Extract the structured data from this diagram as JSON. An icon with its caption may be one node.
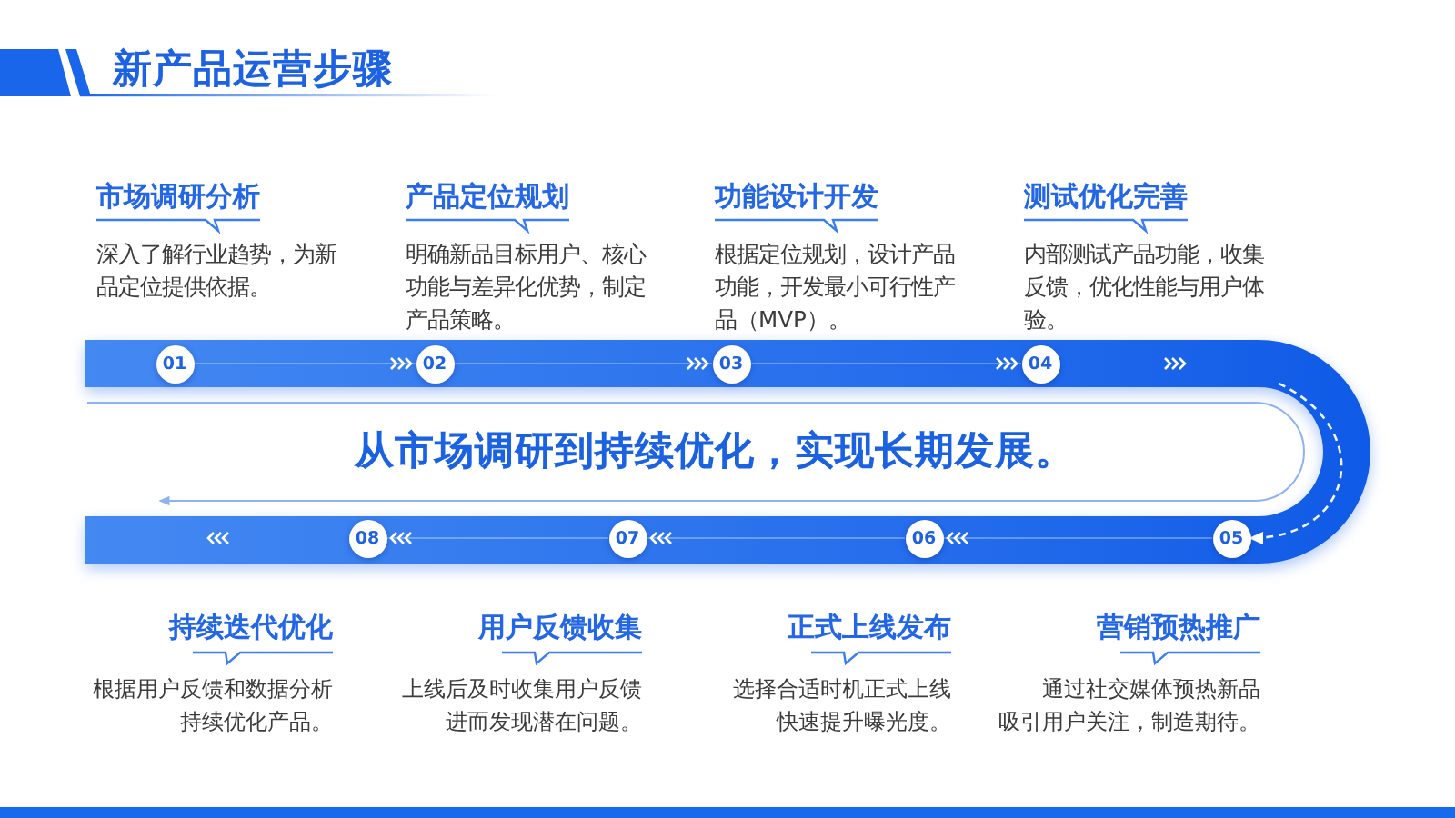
{
  "diagram": {
    "title": "新产品运营步骤",
    "nodes": [
      {
        "text": [
          "01"
        ],
        "beside": [
          "市场调研分析",
          "深入了解行业趋势，为新品定位提供依据。"
        ]
      },
      {
        "text": [
          "02"
        ],
        "beside": [
          "产品定位规划",
          "明确新品目标用户、核心功能与差异化优势，制定产品策略。"
        ]
      },
      {
        "text": [
          "03"
        ],
        "beside": [
          "功能设计开发",
          "根据定位规划，设计产品功能，开发最小可行性产品（MVP）。"
        ]
      },
      {
        "text": [
          "04"
        ],
        "beside": [
          "测试优化完善",
          "内部测试产品功能，收集反馈，优化性能与用户体验。"
        ]
      },
      {
        "text": [
          "05"
        ],
        "beside": [
          "营销预热推广",
          "通过社交媒体预热新品吸引用户关注，制造期待。"
        ]
      },
      {
        "text": [
          "06"
        ],
        "beside": [
          "正式上线发布",
          "选择合适时机正式上线快速提升曝光度。"
        ]
      },
      {
        "text": [
          "07"
        ],
        "beside": [
          "用户反馈收集",
          "上线后及时收集用户反馈进而发现潜在问题。"
        ]
      },
      {
        "text": [
          "08"
        ],
        "beside": [
          "持续迭代优化",
          "根据用户反馈和数据分析持续优化产品。"
        ]
      },
      {
        "text": [
          "从市场调研到持续优化，实现长期发展。"
        ]
      }
    ],
    "edges": [
      {
        "from": 0,
        "to": 1,
        "arrow": "to"
      },
      {
        "from": 1,
        "to": 2,
        "arrow": "to"
      },
      {
        "from": 2,
        "to": 3,
        "arrow": "to"
      },
      {
        "from": 3,
        "to": 4,
        "arrow": "to",
        "style": "dashed"
      },
      {
        "from": 4,
        "to": 5,
        "arrow": "to"
      },
      {
        "from": 5,
        "to": 6,
        "arrow": "to"
      },
      {
        "from": 6,
        "to": 7,
        "arrow": "to"
      }
    ]
  }
}
